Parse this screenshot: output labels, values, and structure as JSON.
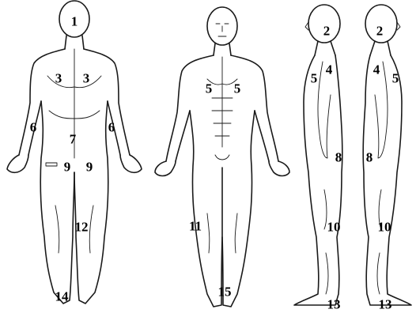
{
  "colors": {
    "outline": "#1a1a1a",
    "label": "#000000",
    "background": "#ffffff"
  },
  "figures": [
    {
      "name": "back-view"
    },
    {
      "name": "front-view"
    },
    {
      "name": "right-side-view"
    },
    {
      "name": "left-side-view"
    }
  ],
  "labels": {
    "back_head": "1",
    "back_shoulder_left": "3",
    "back_shoulder_right": "3",
    "back_elbow_left": "6",
    "back_elbow_right": "6",
    "back_lower": "7",
    "back_hip_left": "9",
    "back_hip_right": "9",
    "back_calf": "12",
    "back_heel": "14",
    "front_chest_left": "5",
    "front_chest_right": "5",
    "front_knee": "11",
    "front_feet": "15",
    "side1_neck": "2",
    "side1_shoulder": "4",
    "side1_chest": "5",
    "side1_hip": "8",
    "side1_knee": "10",
    "side1_foot": "13",
    "side2_neck": "2",
    "side2_shoulder": "4",
    "side2_chest": "5",
    "side2_hip": "8",
    "side2_knee": "10",
    "side2_foot": "13"
  }
}
